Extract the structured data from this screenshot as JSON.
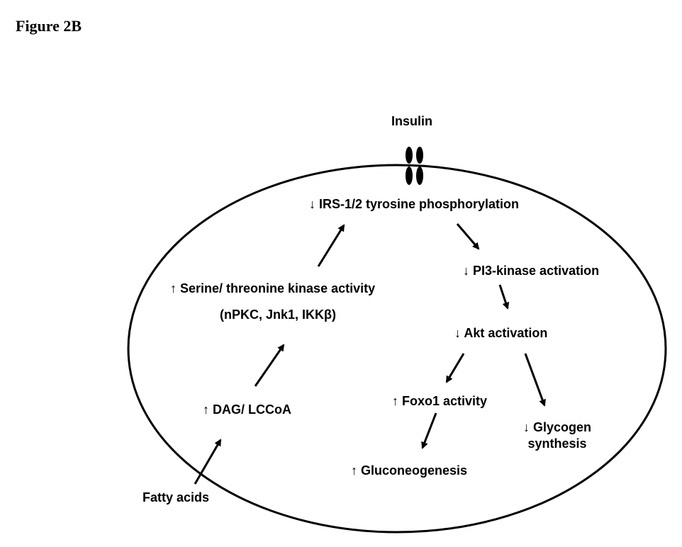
{
  "figure_title": "Figure 2B",
  "nodes": {
    "insulin": "Insulin",
    "irs": "↓ IRS-1/2 tyrosine phosphorylation",
    "pi3k": "↓ PI3-kinase activation",
    "akt": "↓ Akt activation",
    "foxo1": "↑ Foxo1 activity",
    "glycogen_line1": "↓ Glycogen",
    "glycogen_line2": "synthesis",
    "gluconeogenesis": "↑ Gluconeogenesis",
    "serine_line1": "↑ Serine/ threonine kinase activity",
    "serine_line2": "(nPKC, Jnk1, IKKβ)",
    "dag": "↑ DAG/ LCCoA",
    "fatty_acids": "Fatty acids"
  },
  "colors": {
    "stroke": "#000000",
    "background": "#ffffff"
  }
}
